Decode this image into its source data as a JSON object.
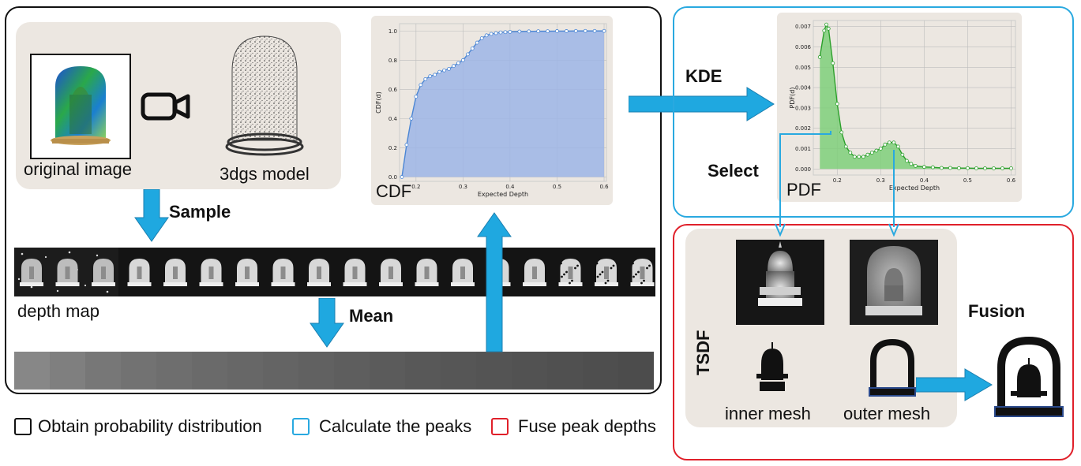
{
  "panels": {
    "left_label": "original image",
    "model_label": "3dgs model",
    "sample_label": "Sample",
    "depth_map_label": "depth map",
    "mean_label": "Mean",
    "kde_label": "KDE",
    "select_label": "Select",
    "tsdf_label": "TSDF",
    "fusion_label": "Fusion",
    "inner_mesh_label": "inner mesh",
    "outer_mesh_label": "outer mesh",
    "cdf_plot_label": "CDF",
    "pdf_plot_label": "PDF"
  },
  "legend": [
    {
      "label": "Obtain probability distribution",
      "color": "#111111"
    },
    {
      "label": "Calculate the peaks",
      "color": "#29a9e0"
    },
    {
      "label": "Fuse peak depths",
      "color": "#e0202a"
    }
  ],
  "colors": {
    "black_frame": "#111111",
    "blue_frame": "#29a9e0",
    "red_frame": "#e0202a",
    "arrow": "#1fa8e0",
    "card": "#ece7e1",
    "cdf_fill": "#9db5e6",
    "cdf_line": "#4b86d4",
    "pdf_fill": "#7fcf7a",
    "pdf_line": "#2ca02c"
  },
  "icons": [
    "camera-icon"
  ],
  "depth_strip_grays": [
    "#878787",
    "#7f7f7f",
    "#777777",
    "#727272",
    "#6e6e6e",
    "#6a6a6a",
    "#676767",
    "#646464",
    "#616161",
    "#5e5e5e",
    "#5b5b5b",
    "#585858",
    "#565656",
    "#545454",
    "#525252",
    "#505050",
    "#4e4e4e",
    "#4c4c4c"
  ],
  "chart_data": [
    {
      "type": "area",
      "name_on_chart": "CDF",
      "xlabel": "Expected Depth",
      "ylabel": "CDF(d)",
      "xlim": [
        0.165,
        0.605
      ],
      "ylim": [
        -0.03,
        1.05
      ],
      "xticks": [
        "0.2",
        "0.3",
        "0.4",
        "0.5",
        "0.6"
      ],
      "yticks": [
        "0.0",
        "0.2",
        "0.4",
        "0.6",
        "0.8",
        "1.0"
      ],
      "grid": true,
      "x": [
        0.17,
        0.18,
        0.19,
        0.2,
        0.21,
        0.22,
        0.23,
        0.24,
        0.25,
        0.26,
        0.27,
        0.28,
        0.29,
        0.3,
        0.31,
        0.32,
        0.33,
        0.34,
        0.35,
        0.36,
        0.37,
        0.38,
        0.39,
        0.4,
        0.42,
        0.44,
        0.46,
        0.48,
        0.5,
        0.52,
        0.54,
        0.56,
        0.58,
        0.6
      ],
      "y": [
        0.0,
        0.22,
        0.4,
        0.55,
        0.63,
        0.67,
        0.69,
        0.7,
        0.72,
        0.73,
        0.74,
        0.76,
        0.78,
        0.8,
        0.84,
        0.88,
        0.92,
        0.95,
        0.97,
        0.98,
        0.985,
        0.99,
        0.992,
        0.994,
        0.996,
        0.997,
        0.998,
        0.998,
        0.999,
        0.999,
        1.0,
        1.0,
        1.0,
        1.0
      ]
    },
    {
      "type": "area",
      "name_on_chart": "PDF",
      "xlabel": "Expected Depth",
      "ylabel": "PDF(d)",
      "xlim": [
        0.145,
        0.61
      ],
      "ylim": [
        -0.0003,
        0.0073
      ],
      "xticks": [
        "0.2",
        "0.3",
        "0.4",
        "0.5",
        "0.6"
      ],
      "yticks": [
        "0.000",
        "0.001",
        "0.002",
        "0.003",
        "0.004",
        "0.005",
        "0.006",
        "0.007"
      ],
      "grid": true,
      "x": [
        0.16,
        0.17,
        0.175,
        0.18,
        0.19,
        0.2,
        0.21,
        0.22,
        0.23,
        0.24,
        0.25,
        0.26,
        0.27,
        0.28,
        0.29,
        0.3,
        0.31,
        0.32,
        0.33,
        0.34,
        0.35,
        0.36,
        0.37,
        0.38,
        0.4,
        0.42,
        0.44,
        0.46,
        0.48,
        0.5,
        0.52,
        0.54,
        0.56,
        0.58,
        0.6
      ],
      "y": [
        0.0055,
        0.0068,
        0.0071,
        0.0069,
        0.0052,
        0.0032,
        0.0018,
        0.0011,
        0.0008,
        0.0006,
        0.0006,
        0.0006,
        0.0007,
        0.0008,
        0.0009,
        0.001,
        0.0012,
        0.0013,
        0.0013,
        0.0011,
        0.0007,
        0.0004,
        0.00025,
        0.00015,
        0.0001,
        8e-05,
        5e-05,
        5e-05,
        4e-05,
        4e-05,
        3e-05,
        3e-05,
        3e-05,
        3e-05,
        3e-05
      ],
      "selected_peaks": [
        0.175,
        0.325
      ]
    }
  ]
}
